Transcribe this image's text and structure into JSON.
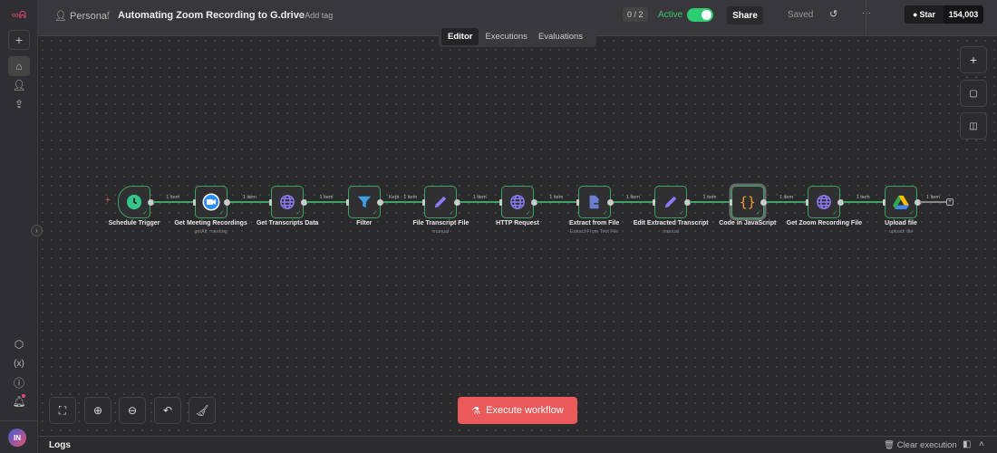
{
  "sidebar": {
    "logo_color": "#ea4b71",
    "items": [
      "add-icon",
      "home-icon",
      "user-icon",
      "share-icon"
    ],
    "bottom_items": [
      "templates-icon",
      "variables-icon",
      "help-icon",
      "bell-icon"
    ],
    "avatar": "IN"
  },
  "header": {
    "breadcrumb_project": "Personal",
    "title": "Automating Zoom Recording to G.drive",
    "add_tag": "+ Add tag",
    "counter": "0 / 2",
    "active_label": "Active",
    "active": true,
    "share": "Share",
    "saved": "Saved",
    "more": "···",
    "github_star": "Star",
    "github_count": "154,003"
  },
  "tabs": [
    {
      "label": "Editor",
      "active": true
    },
    {
      "label": "Executions",
      "active": false
    },
    {
      "label": "Evaluations",
      "active": false
    }
  ],
  "nodes": [
    {
      "name": "Schedule Trigger",
      "sub": "",
      "icon": "clock-icon",
      "color": "#35c48a",
      "trigger": true
    },
    {
      "name": "Get Meeting Recordings",
      "sub": "getAll: meeting",
      "icon": "zoom-icon",
      "color": "#2d8cff"
    },
    {
      "name": "Get Transcripts Data",
      "sub": "",
      "icon": "globe-icon",
      "color": "#8b7cf6"
    },
    {
      "name": "Filter",
      "sub": "",
      "icon": "filter-icon",
      "color": "#3fa0e8"
    },
    {
      "name": "File Transcript File",
      "sub": "manual",
      "icon": "pencil-icon",
      "color": "#8b7cf6"
    },
    {
      "name": "HTTP Request",
      "sub": "",
      "icon": "globe-icon",
      "color": "#8b7cf6"
    },
    {
      "name": "Extract from File",
      "sub": "Extract From Text File",
      "icon": "file-extract-icon",
      "color": "#6a7fd0"
    },
    {
      "name": "Edit Extracted Transcript",
      "sub": "manual",
      "icon": "pencil-icon",
      "color": "#8b7cf6"
    },
    {
      "name": "Code in JavaScript",
      "sub": "",
      "icon": "code-braces-icon",
      "color": "#f59b23",
      "selected": true
    },
    {
      "name": "Get Zoom Recording File",
      "sub": "",
      "icon": "globe-icon",
      "color": "#8b7cf6"
    },
    {
      "name": "Upload file",
      "sub": "upload: file",
      "icon": "google-drive-icon",
      "color": "#34a853"
    }
  ],
  "edges": [
    {
      "label": "1 item"
    },
    {
      "label": "1 item"
    },
    {
      "label": "1 item"
    },
    {
      "label": "Kept · 1 item"
    },
    {
      "label": "1 item"
    },
    {
      "label": "1 item"
    },
    {
      "label": "1 item"
    },
    {
      "label": "1 item"
    },
    {
      "label": "1 item"
    },
    {
      "label": "1 item"
    },
    {
      "label": "1 item"
    }
  ],
  "execute_button": "Execute workflow",
  "execute_color": "#ea5a5a",
  "logs": {
    "title": "Logs",
    "clear": "Clear execution"
  }
}
